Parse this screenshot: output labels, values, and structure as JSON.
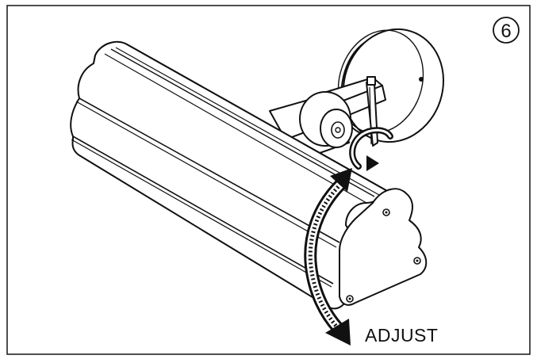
{
  "figure": {
    "step_number": "6",
    "adjust_label": "ADJUST"
  },
  "colors": {
    "line": "#111111",
    "background": "#ffffff",
    "frame": "#222222"
  },
  "icons": [
    "step-number-circle",
    "adjust-rotation-arrow",
    "tilt-rotation-arrow"
  ]
}
